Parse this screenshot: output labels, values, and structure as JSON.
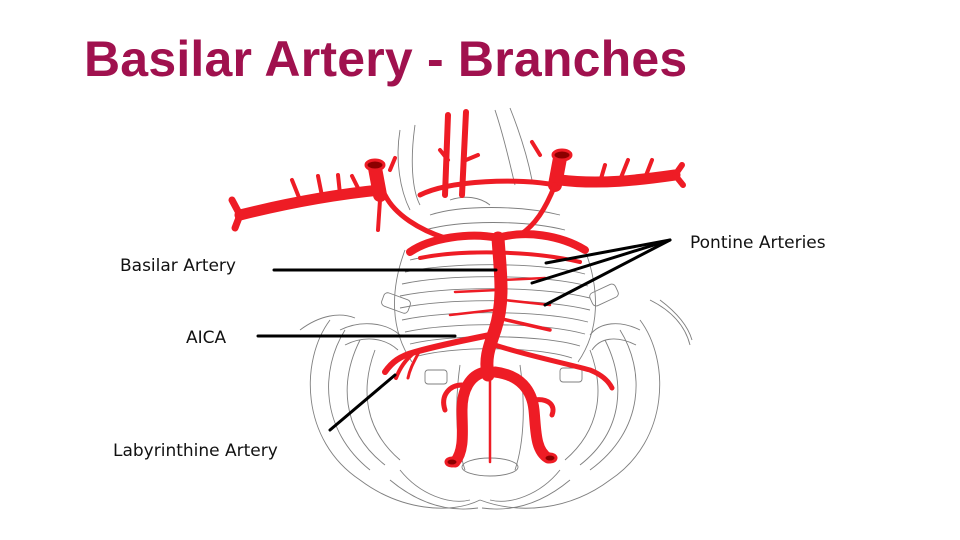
{
  "slide": {
    "title": "Basilar Artery - Branches",
    "title_color": "#A0114E",
    "artery_color": "#EE1C25",
    "leader_line_color": "#000000"
  },
  "diagram": {
    "subject": "Basilar artery and its branches on the ventral brainstem",
    "labels": {
      "basilar_artery": "Basilar Artery",
      "aica": "AICA",
      "labyrinthine_artery": "Labyrinthine Artery",
      "pontine_arteries": "Pontine Arteries"
    }
  }
}
